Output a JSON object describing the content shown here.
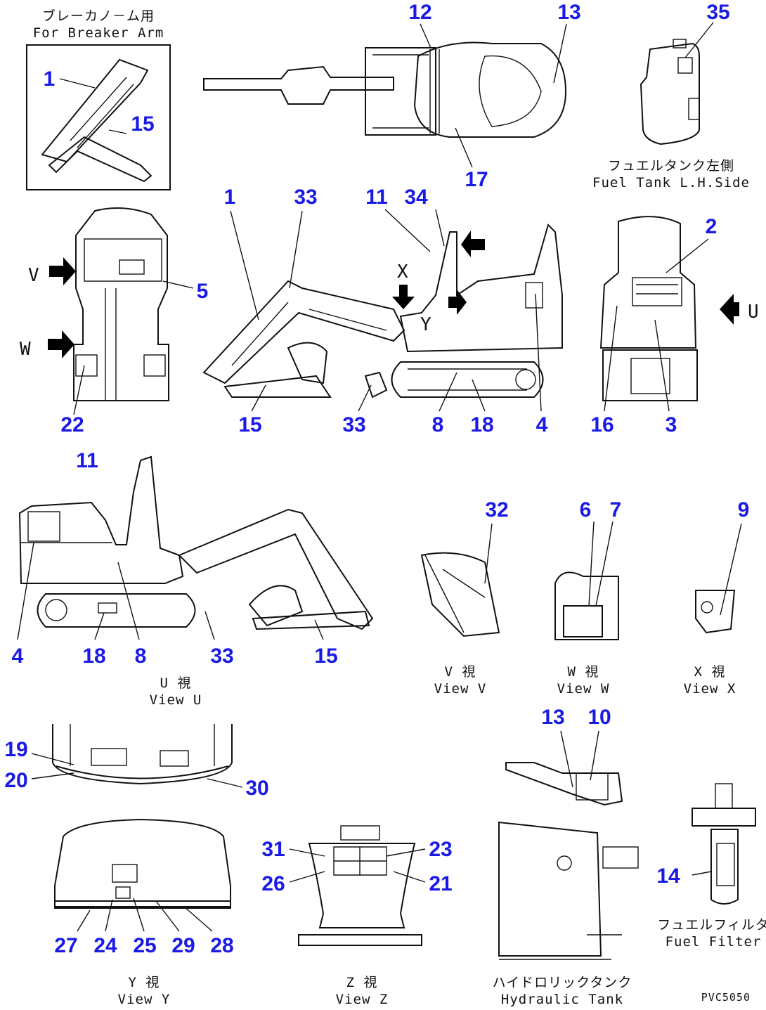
{
  "drawing_code": "PVC5050",
  "captions": {
    "breaker_jp": "ブレーカノ－ム用",
    "breaker_en": "For Breaker Arm",
    "fuel_tank_jp": "フュエルタンク左側",
    "fuel_tank_en": "Fuel Tank L.H.Side",
    "view_u_jp": "U 視",
    "view_u_en": "View U",
    "view_v_jp": "V 視",
    "view_v_en": "View V",
    "view_w_jp": "W 視",
    "view_w_en": "View W",
    "view_x_jp": "X 視",
    "view_x_en": "View X",
    "view_y_jp": "Y 視",
    "view_y_en": "View Y",
    "view_z_jp": "Z 視",
    "view_z_en": "View Z",
    "hyd_tank_jp": "ハイドロリックタンク",
    "hyd_tank_en": "Hydraulic Tank",
    "fuel_filter_jp": "フュエルフィルタ",
    "fuel_filter_en": "Fuel Filter"
  },
  "view_letters": {
    "v": "V",
    "w": "W",
    "x": "X",
    "y": "Y",
    "u": "U"
  },
  "callouts": {
    "c1a": "1",
    "c15a": "15",
    "c12": "12",
    "c13a": "13",
    "c17": "17",
    "c35": "35",
    "c1b": "1",
    "c33a": "33",
    "c11a": "11",
    "c34": "34",
    "c2": "2",
    "c5": "5",
    "c22": "22",
    "c15b": "15",
    "c33b": "33",
    "c8a": "8",
    "c18a": "18",
    "c4a": "4",
    "c16": "16",
    "c3": "3",
    "c11b": "11",
    "c32": "32",
    "c6": "6",
    "c7": "7",
    "c9": "9",
    "c4b": "4",
    "c18b": "18",
    "c8b": "8",
    "c33c": "33",
    "c15c": "15",
    "c13b": "13",
    "c10": "10",
    "c19": "19",
    "c20": "20",
    "c30": "30",
    "c31": "31",
    "c23": "23",
    "c26": "26",
    "c21": "21",
    "c14": "14",
    "c27": "27",
    "c24": "24",
    "c25": "25",
    "c29": "29",
    "c28": "28"
  }
}
